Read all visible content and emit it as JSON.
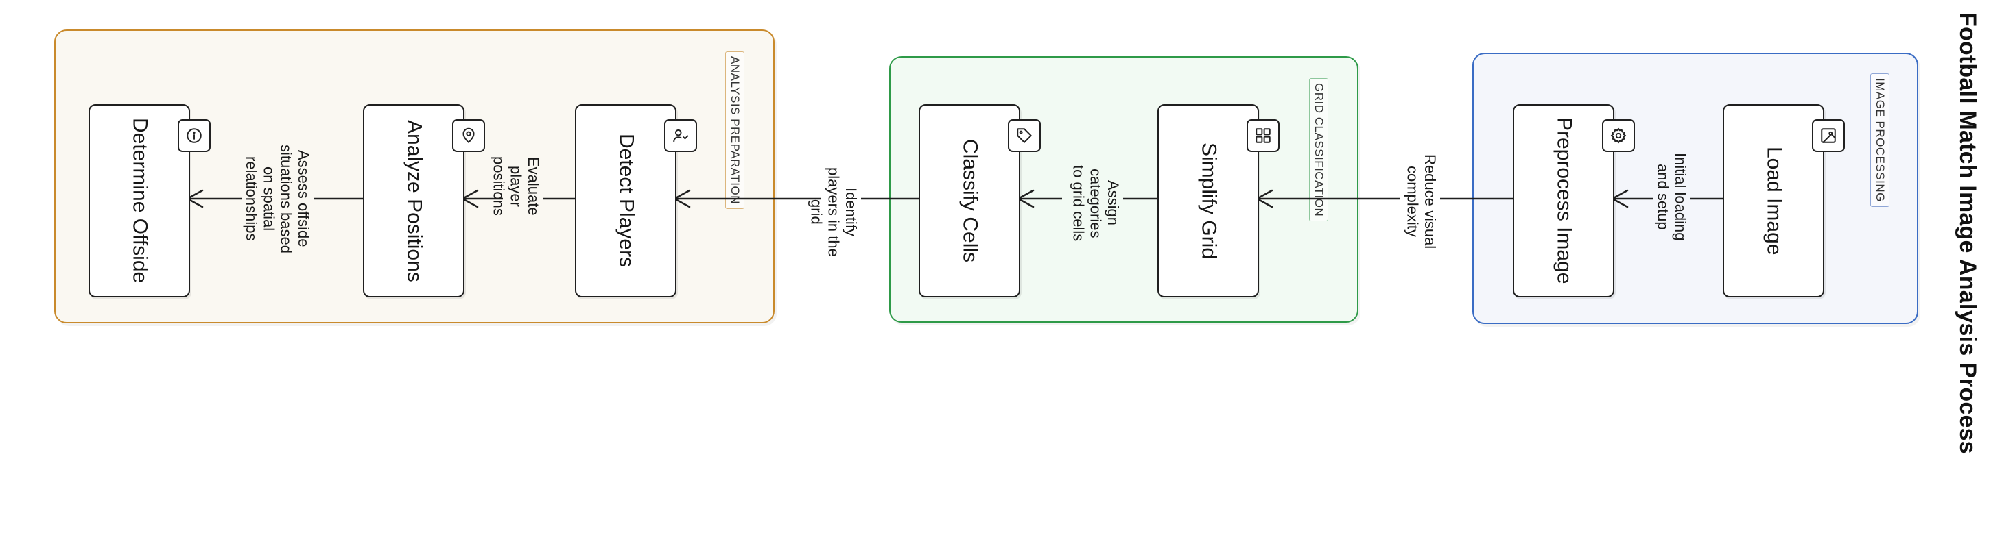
{
  "diagram": {
    "title": "Football Match Image Analysis Process",
    "groups": {
      "image_processing": {
        "label": "IMAGE PROCESSING",
        "color": "#3a6cc4",
        "fill": "#f4f6fb"
      },
      "grid_classification": {
        "label": "GRID CLASSIFICATION",
        "color": "#2e9a48",
        "fill": "#f2faf3"
      },
      "analysis_preparation": {
        "label": "ANALYSIS PREPARATION",
        "color": "#c98a2c",
        "fill": "#faf8f2"
      }
    },
    "nodes": {
      "load_image": {
        "label": "Load Image",
        "icon": "image-icon"
      },
      "preprocess_image": {
        "label": "Preprocess Image",
        "icon": "gear-icon"
      },
      "simplify_grid": {
        "label": "Simplify Grid",
        "icon": "grid-icon"
      },
      "classify_cells": {
        "label": "Classify Cells",
        "icon": "tag-icon"
      },
      "detect_players": {
        "label": "Detect Players",
        "icon": "user-scan-icon"
      },
      "analyze_positions": {
        "label": "Analyze Positions",
        "icon": "location-pin-icon"
      },
      "determine_offside": {
        "label": "Determine Offside",
        "icon": "info-icon"
      }
    },
    "edges": {
      "load_to_preprocess": "Initial loading and setup",
      "preprocess_to_simplify": "Reduce visual complexity",
      "simplify_to_classify": "Assign categories to grid cells",
      "classify_to_detect": "Identify players in the grid",
      "detect_to_analyze": "Evaluate player positions",
      "analyze_to_determine": "Assess offside situations based on spatial relationships"
    }
  }
}
